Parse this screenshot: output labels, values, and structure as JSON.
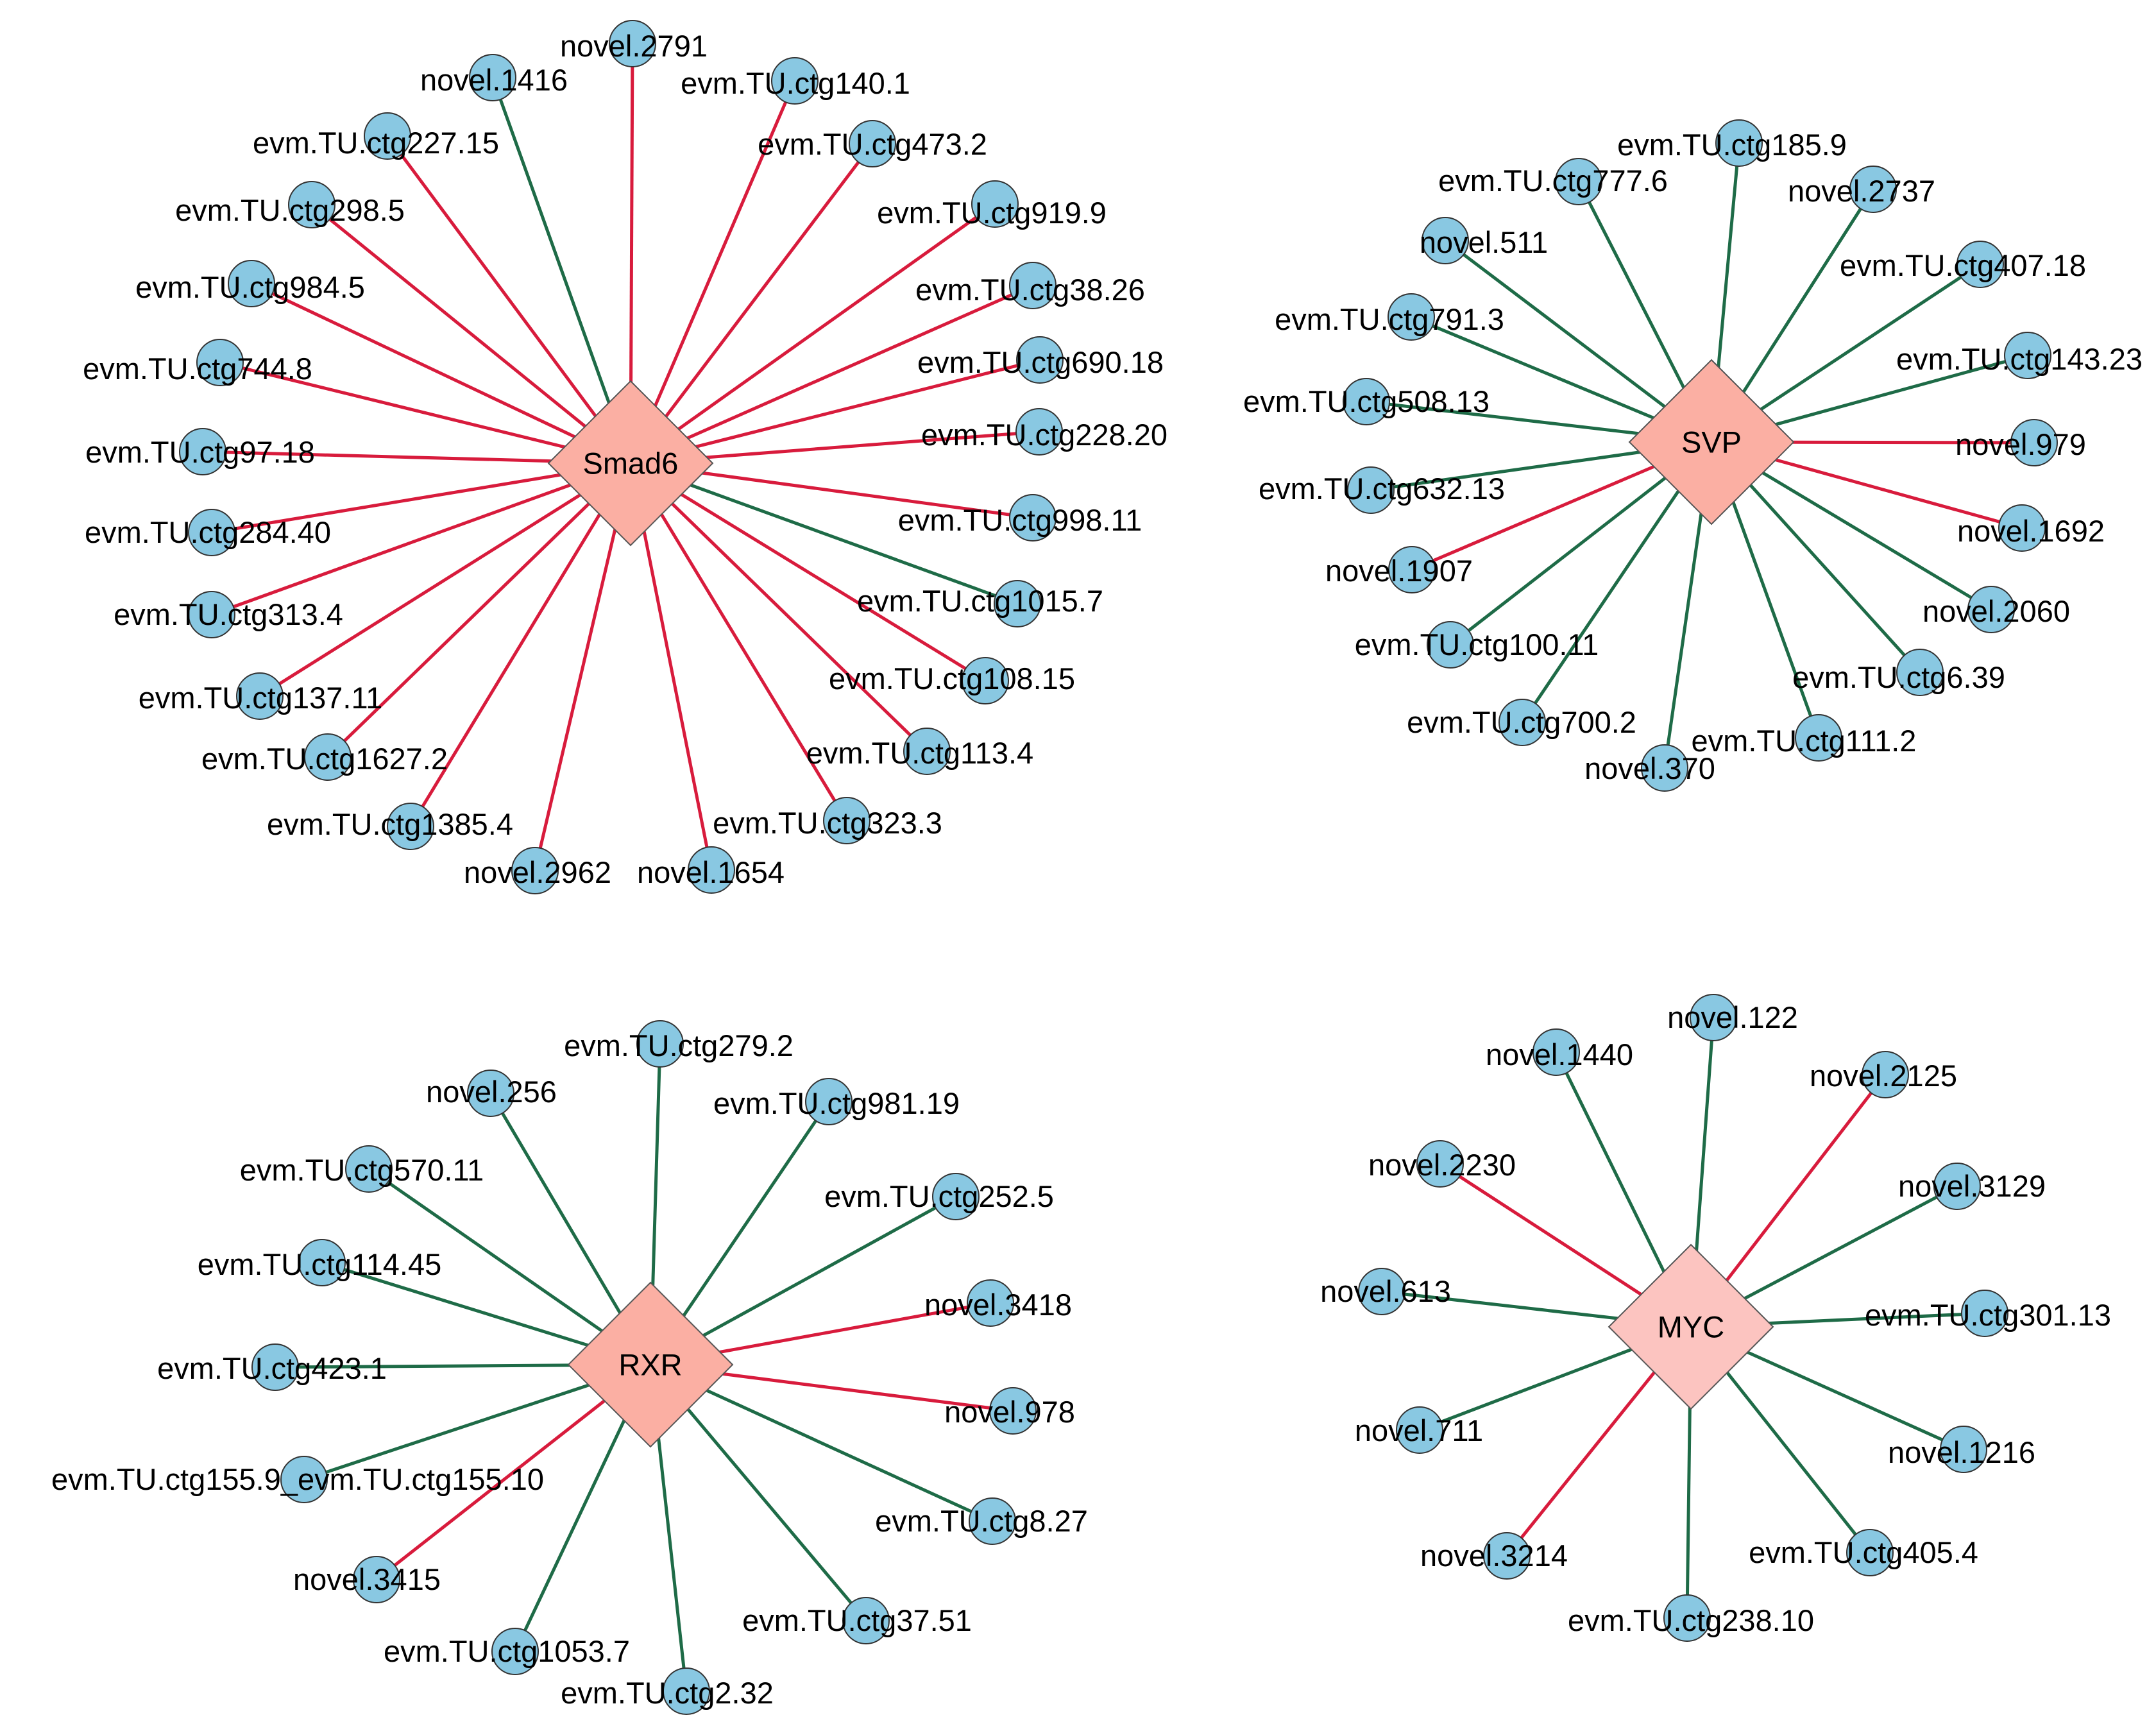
{
  "colors": {
    "up_edge": "#d81b3c",
    "down_edge": "#1e6b47",
    "target_node_fill": "#89c8e2",
    "hub_fill": "#fbafa3",
    "hub_fill_light": "#fcc4c0",
    "node_stroke": "#333333"
  },
  "networks": [
    {
      "hub": "Smad6",
      "targets": [
        {
          "label": "novel.2791",
          "edge": "up"
        },
        {
          "label": "evm.TU.ctg140.1",
          "edge": "up"
        },
        {
          "label": "evm.TU.ctg473.2",
          "edge": "up"
        },
        {
          "label": "evm.TU.ctg919.9",
          "edge": "up"
        },
        {
          "label": "evm.TU.ctg38.26",
          "edge": "up"
        },
        {
          "label": "evm.TU.ctg690.18",
          "edge": "up"
        },
        {
          "label": "evm.TU.ctg228.20",
          "edge": "up"
        },
        {
          "label": "evm.TU.ctg998.11",
          "edge": "up"
        },
        {
          "label": "evm.TU.ctg1015.7",
          "edge": "down"
        },
        {
          "label": "evm.TU.ctg108.15",
          "edge": "up"
        },
        {
          "label": "evm.TU.ctg113.4",
          "edge": "up"
        },
        {
          "label": "evm.TU.ctg323.3",
          "edge": "up"
        },
        {
          "label": "novel.1654",
          "edge": "up"
        },
        {
          "label": "novel.2962",
          "edge": "up"
        },
        {
          "label": "evm.TU.ctg1385.4",
          "edge": "up"
        },
        {
          "label": "evm.TU.ctg1627.2",
          "edge": "up"
        },
        {
          "label": "evm.TU.ctg137.11",
          "edge": "up"
        },
        {
          "label": "evm.TU.ctg313.4",
          "edge": "up"
        },
        {
          "label": "evm.TU.ctg284.40",
          "edge": "up"
        },
        {
          "label": "evm.TU.ctg97.18",
          "edge": "up"
        },
        {
          "label": "evm.TU.ctg744.8",
          "edge": "up"
        },
        {
          "label": "evm.TU.ctg984.5",
          "edge": "up"
        },
        {
          "label": "evm.TU.ctg298.5",
          "edge": "up"
        },
        {
          "label": "evm.TU.ctg227.15",
          "edge": "up"
        },
        {
          "label": "novel.1416",
          "edge": "down"
        }
      ]
    },
    {
      "hub": "SVP",
      "targets": [
        {
          "label": "evm.TU.ctg185.9",
          "edge": "down"
        },
        {
          "label": "novel.2737",
          "edge": "down"
        },
        {
          "label": "evm.TU.ctg407.18",
          "edge": "down"
        },
        {
          "label": "evm.TU.ctg143.23",
          "edge": "down"
        },
        {
          "label": "novel.979",
          "edge": "up"
        },
        {
          "label": "novel.1692",
          "edge": "up"
        },
        {
          "label": "novel.2060",
          "edge": "down"
        },
        {
          "label": "evm.TU.ctg6.39",
          "edge": "down"
        },
        {
          "label": "evm.TU.ctg111.2",
          "edge": "down"
        },
        {
          "label": "novel.370",
          "edge": "down"
        },
        {
          "label": "evm.TU.ctg700.2",
          "edge": "down"
        },
        {
          "label": "evm.TU.ctg100.11",
          "edge": "down"
        },
        {
          "label": "novel.1907",
          "edge": "up"
        },
        {
          "label": "evm.TU.ctg632.13",
          "edge": "down"
        },
        {
          "label": "evm.TU.ctg508.13",
          "edge": "down"
        },
        {
          "label": "evm.TU.ctg791.3",
          "edge": "down"
        },
        {
          "label": "novel.511",
          "edge": "down"
        },
        {
          "label": "evm.TU.ctg777.6",
          "edge": "down"
        }
      ]
    },
    {
      "hub": "RXR",
      "targets": [
        {
          "label": "evm.TU.ctg279.2",
          "edge": "down"
        },
        {
          "label": "evm.TU.ctg981.19",
          "edge": "down"
        },
        {
          "label": "evm.TU.ctg252.5",
          "edge": "down"
        },
        {
          "label": "novel.3418",
          "edge": "up"
        },
        {
          "label": "novel.978",
          "edge": "up"
        },
        {
          "label": "evm.TU.ctg8.27",
          "edge": "down"
        },
        {
          "label": "evm.TU.ctg37.51",
          "edge": "down"
        },
        {
          "label": "evm.TU.ctg2.32",
          "edge": "down"
        },
        {
          "label": "evm.TU.ctg1053.7",
          "edge": "down"
        },
        {
          "label": "novel.3415",
          "edge": "up"
        },
        {
          "label": "evm.TU.ctg155.9_evm.TU.ctg155.10",
          "edge": "down"
        },
        {
          "label": "evm.TU.ctg423.1",
          "edge": "down"
        },
        {
          "label": "evm.TU.ctg114.45",
          "edge": "down"
        },
        {
          "label": "evm.TU.ctg570.11",
          "edge": "down"
        },
        {
          "label": "novel.256",
          "edge": "down"
        }
      ]
    },
    {
      "hub": "MYC",
      "targets": [
        {
          "label": "novel.122",
          "edge": "down"
        },
        {
          "label": "novel.2125",
          "edge": "up"
        },
        {
          "label": "novel.3129",
          "edge": "down"
        },
        {
          "label": "evm.TU.ctg301.13",
          "edge": "down"
        },
        {
          "label": "novel.1216",
          "edge": "down"
        },
        {
          "label": "evm.TU.ctg405.4",
          "edge": "down"
        },
        {
          "label": "evm.TU.ctg238.10",
          "edge": "down"
        },
        {
          "label": "novel.3214",
          "edge": "up"
        },
        {
          "label": "novel.711",
          "edge": "down"
        },
        {
          "label": "novel.613",
          "edge": "down"
        },
        {
          "label": "novel.2230",
          "edge": "up"
        },
        {
          "label": "novel.1440",
          "edge": "down"
        }
      ]
    }
  ]
}
